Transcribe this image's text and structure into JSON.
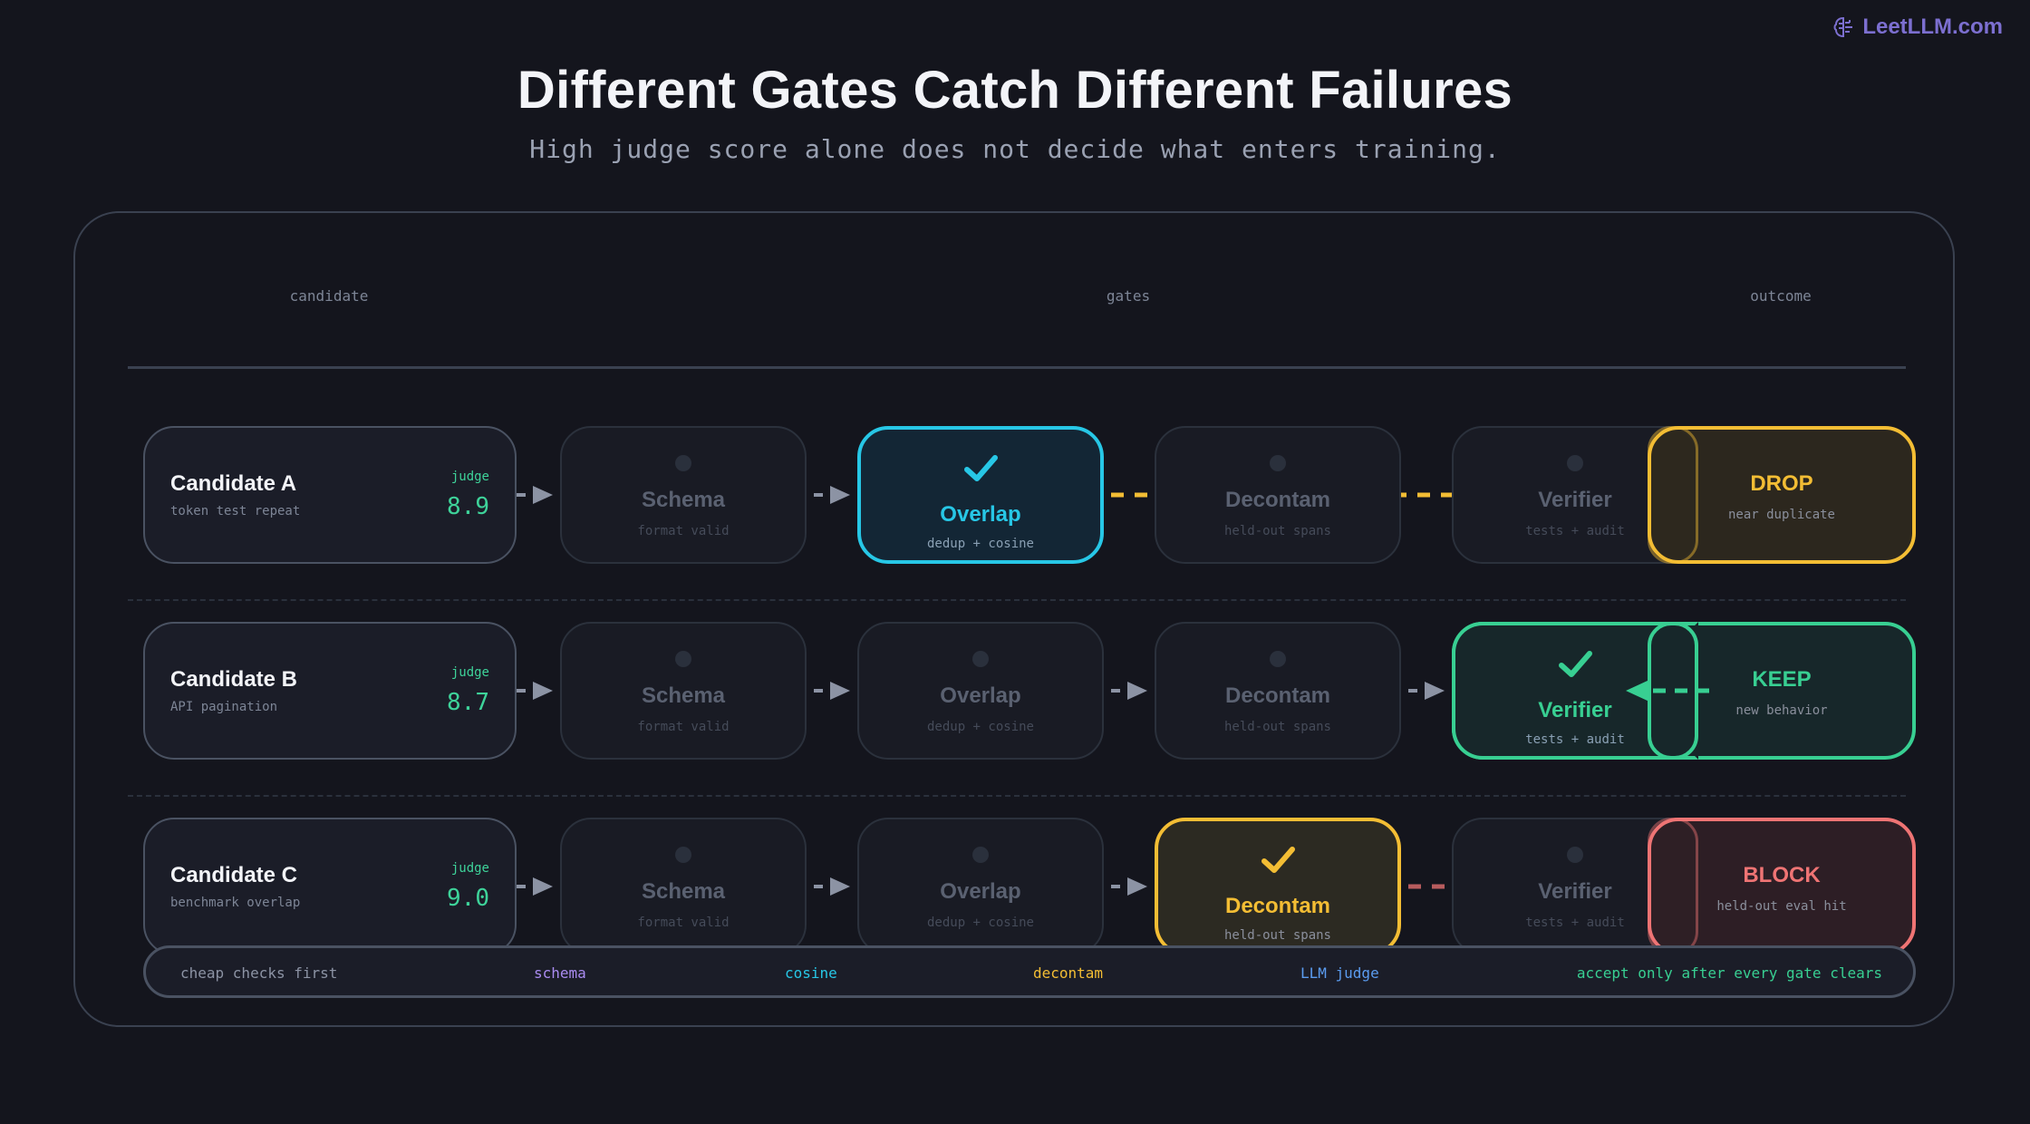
{
  "brand": {
    "text": "LeetLLM.com",
    "icon": "brain-icon"
  },
  "header": {
    "title": "Different Gates Catch Different Failures",
    "subtitle": "High judge score alone does not decide what enters training."
  },
  "columns": {
    "candidate": "candidate",
    "gates": "gates",
    "outcome": "outcome"
  },
  "gate_names": [
    "Schema",
    "Overlap",
    "Decontam",
    "Verifier"
  ],
  "gate_subs": [
    "format valid",
    "dedup + cosine",
    "held-out spans",
    "tests + audit"
  ],
  "colors": {
    "cyan": "#27c7e6",
    "green": "#38cf92",
    "amber": "#f3bd34",
    "red": "#ef7474",
    "purple": "#a98bf0",
    "blue": "#5b9cf0"
  },
  "rows": [
    {
      "candidate": {
        "name": "Candidate A",
        "desc": "token test repeat",
        "judge_label": "judge",
        "judge_score": "8.9"
      },
      "active_gate": "Overlap",
      "outcome": {
        "label": "DROP",
        "desc": "near duplicate",
        "color": "amber"
      }
    },
    {
      "candidate": {
        "name": "Candidate B",
        "desc": "API pagination",
        "judge_label": "judge",
        "judge_score": "8.7"
      },
      "active_gate": "Verifier",
      "outcome": {
        "label": "KEEP",
        "desc": "new behavior",
        "color": "green"
      }
    },
    {
      "candidate": {
        "name": "Candidate C",
        "desc": "benchmark overlap",
        "judge_label": "judge",
        "judge_score": "9.0"
      },
      "active_gate": "Decontam",
      "outcome": {
        "label": "BLOCK",
        "desc": "held-out eval hit",
        "color": "red"
      }
    }
  ],
  "legend": {
    "intro": "cheap checks first",
    "schema": "schema",
    "cosine": "cosine",
    "decontam": "decontam",
    "judge": "LLM judge",
    "final": "accept only after every gate clears"
  }
}
